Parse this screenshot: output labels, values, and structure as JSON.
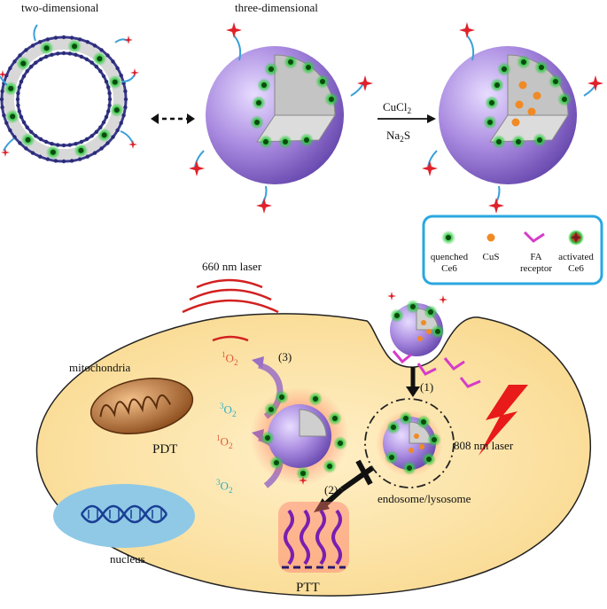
{
  "labels": {
    "two_dimensional": "two-dimensional",
    "three_dimensional": "three-dimensional",
    "reagent_top": "CuCl",
    "reagent_top_sub": "2",
    "reagent_bottom": "Na",
    "reagent_bottom_sub": "2",
    "reagent_bottom_tail": "S",
    "laser_660": "660 nm laser",
    "laser_808": "808 nm laser",
    "mitochondria": "mitochondria",
    "pdt": "PDT",
    "nucleus": "nucleus",
    "ptt": "PTT",
    "endosome": "endosome/lysosome",
    "step_1": "(1)",
    "step_2": "(2)",
    "step_3": "(3)",
    "singlet_oxygen_pre": "1",
    "triplet_oxygen_pre": "3",
    "oxygen": "O",
    "oxygen_sub": "2"
  },
  "legend": {
    "items": [
      {
        "line1": "quenched",
        "line2": "Ce6",
        "icon": "green-star"
      },
      {
        "line1": "CuS",
        "line2": "",
        "icon": "orange-dot"
      },
      {
        "line1": "FA",
        "line2": "receptor",
        "icon": "magenta-v"
      },
      {
        "line1": "activated",
        "line2": "Ce6",
        "icon": "red-star"
      }
    ],
    "border_color": "#2aa7e0"
  },
  "colors": {
    "cell": "#fde8b0",
    "cell_border": "#222222",
    "sphere": "#9b7fd6",
    "ce6": "#2ecc40",
    "cus": "#f08a24",
    "fa_receptor": "#d63bc8",
    "laser_arc": "#d22020",
    "singlet_oxygen": "#e05a3a",
    "triplet_oxygen": "#2ab0c8",
    "nucleus": "#8fc9e6",
    "dna": "#1a3f95",
    "ptt_wave": "#7a1fb0",
    "ptt_glow": "#ff7a6a"
  }
}
